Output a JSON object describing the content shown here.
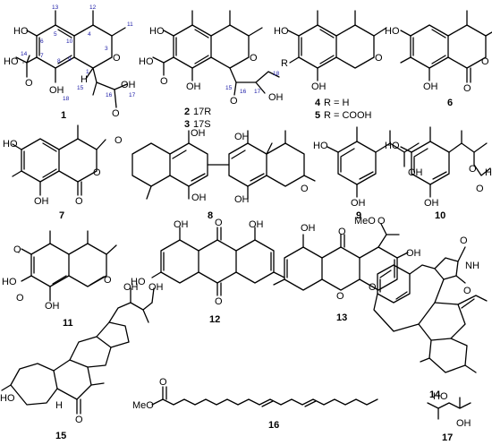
{
  "compounds": [
    {
      "id": "1",
      "atoms": {
        "ho": "HO",
        "oh_arom": "OH",
        "c_o": "O",
        "o_ring": "O",
        "h": "H",
        "oh_side": "OH",
        "o_ketone": "O",
        "cooh_o": "O",
        "cooh_ho": "HO"
      },
      "locants": [
        "13",
        "12",
        "11",
        "4",
        "3",
        "5",
        "10",
        "6",
        "9",
        "1",
        "7",
        "8",
        "14",
        "15",
        "16",
        "17",
        "18"
      ]
    },
    {
      "id": "2",
      "config": "17R"
    },
    {
      "id": "3",
      "config": "17S"
    },
    {
      "id": "4",
      "sub": "R = H"
    },
    {
      "id": "5",
      "sub": "R = COOH"
    },
    {
      "id": "6"
    },
    {
      "id": "7"
    },
    {
      "id": "8"
    },
    {
      "id": "9"
    },
    {
      "id": "10"
    },
    {
      "id": "11"
    },
    {
      "id": "12"
    },
    {
      "id": "13",
      "atoms": {
        "meo": "MeO"
      }
    },
    {
      "id": "14"
    },
    {
      "id": "15"
    },
    {
      "id": "16",
      "atoms": {
        "meo": "MeO"
      }
    },
    {
      "id": "17"
    }
  ],
  "labels": {
    "oh": "OH",
    "ho": "HO",
    "o": "O",
    "h": "H",
    "r": "R",
    "nh": "NH",
    "meo": "MeO",
    "cooh": "COOH"
  }
}
